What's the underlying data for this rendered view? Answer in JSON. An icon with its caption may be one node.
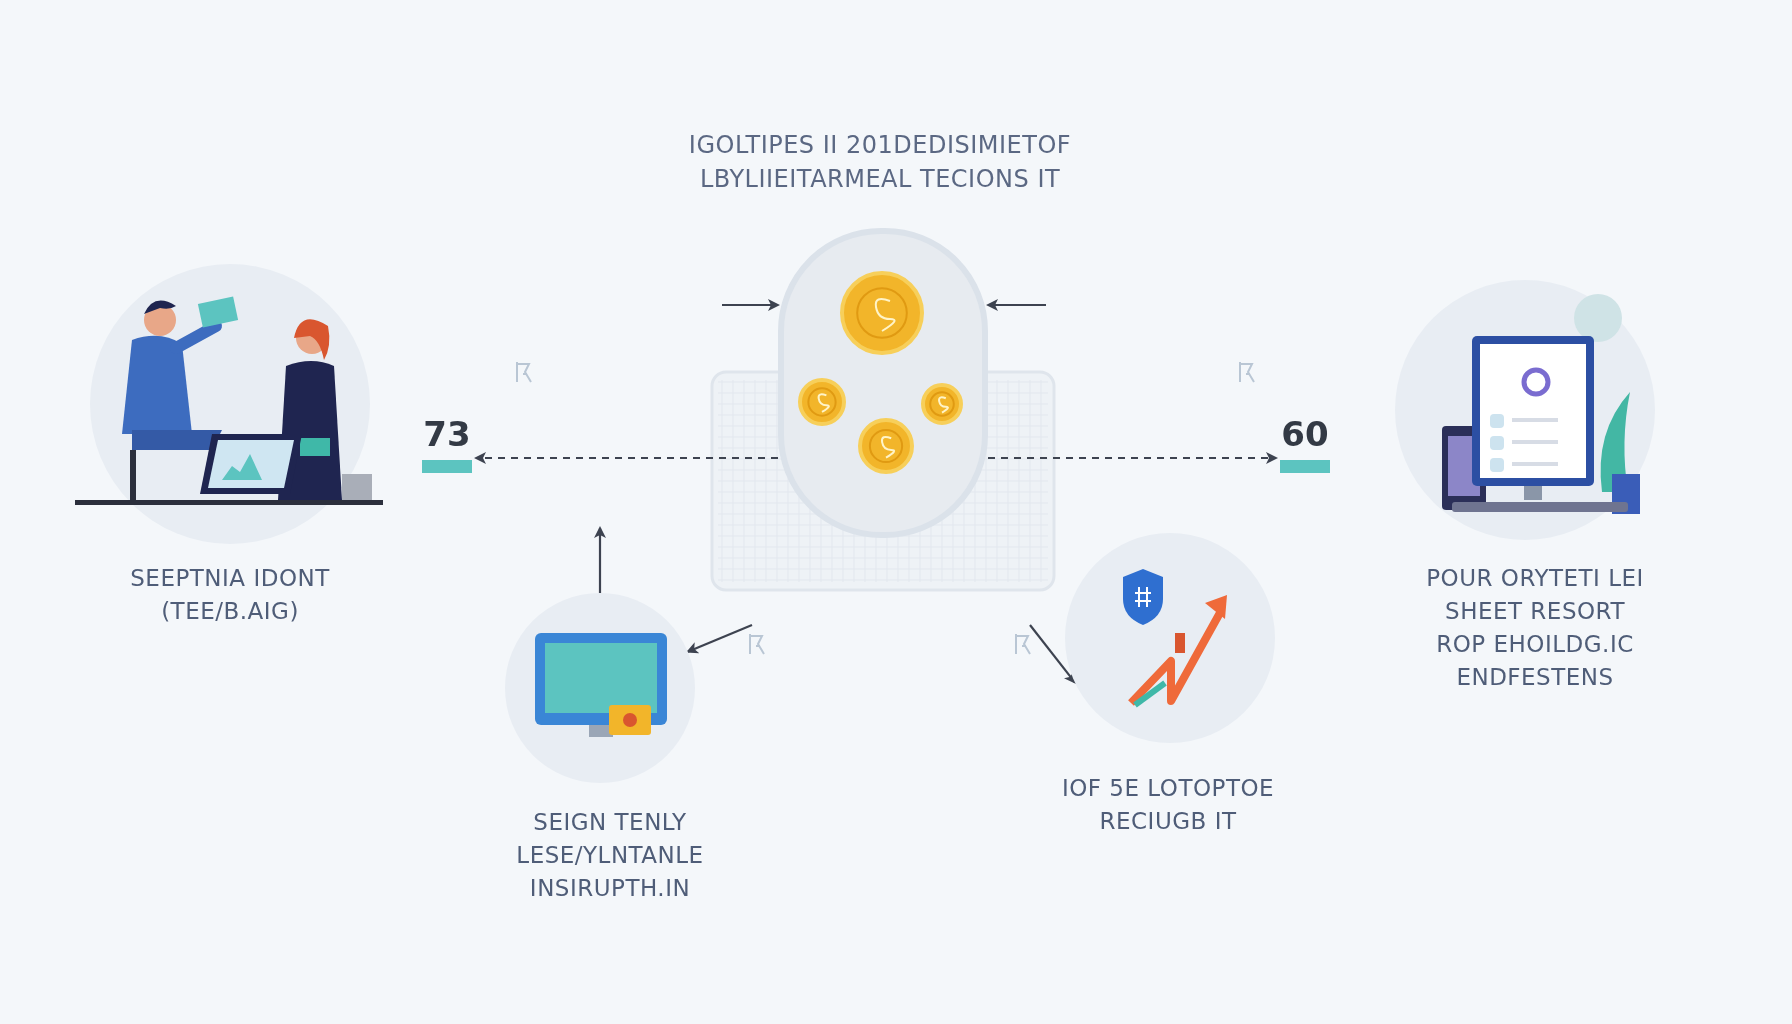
{
  "diagram": {
    "title": "IGOLTIPES II 201DEDISIMIETOF LBYLIIEITARMEAL TECIONS IT",
    "nodes": [
      {
        "text": [],
        "shape": "picture"
      },
      {
        "text": [],
        "shape": "picture",
        "beside": [
          "SEEPTNIA IDONT (TEE/B.AIG)"
        ]
      },
      {
        "text": [
          "73"
        ]
      },
      {
        "text": [
          "60"
        ]
      },
      {
        "text": [],
        "shape": "picture",
        "beside": [
          "POUR ORYTETI LEI SHEET RESORT ROP EHOILDG.IC ENDFESTENS"
        ]
      },
      {
        "text": [],
        "shape": "picture",
        "beside": [
          "SEIGN TENLY LESE/YLNTANLE INSIRUPTH.IN"
        ]
      },
      {
        "text": [],
        "shape": "picture",
        "beside": [
          "IOF 5E LOTOPTOE RECIUGB IT"
        ]
      }
    ],
    "edges": [
      {
        "from": 0,
        "to": 2,
        "arrow": "to",
        "style": "dashed"
      },
      {
        "from": 0,
        "to": 3,
        "arrow": "to",
        "style": "dashed"
      },
      {
        "from": 5,
        "to": null,
        "arrow": "to"
      },
      {
        "from": null,
        "to": 5,
        "arrow": "to"
      },
      {
        "from": null,
        "to": 6,
        "arrow": "to"
      },
      {
        "from": null,
        "to": 0,
        "arrow": "to"
      },
      {
        "from": null,
        "to": 0,
        "arrow": "to"
      }
    ]
  }
}
